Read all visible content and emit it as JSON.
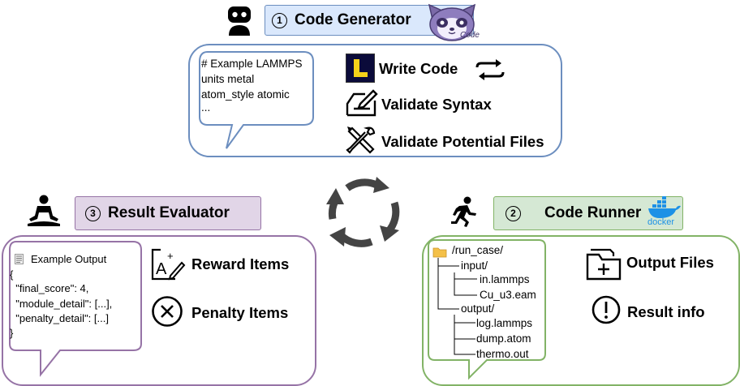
{
  "generator": {
    "step": "1",
    "title": "Code Generator",
    "mascot_tag": "Code",
    "code_lines": [
      "# Example LAMMPS",
      "units metal",
      "atom_style atomic",
      "..."
    ],
    "items": [
      "Write Code",
      "Validate Syntax",
      "Validate Potential Files"
    ],
    "icons": [
      "lammps-logo-icon",
      "refresh-arrows-icon",
      "edit-document-icon",
      "tools-icon"
    ]
  },
  "runner": {
    "step": "2",
    "title": "Code Runner",
    "badge": "docker",
    "tree": {
      "root": "/run_case/",
      "input": "input/",
      "input_files": [
        "in.lammps",
        "Cu_u3.eam"
      ],
      "output": "output/",
      "output_files": [
        "log.lammps",
        "dump.atom",
        "thermo.out"
      ]
    },
    "items": [
      "Output Files",
      "Result info"
    ],
    "icons": [
      "runner-icon",
      "docker-icon",
      "folder-icon",
      "new-folder-icon",
      "exclamation-icon"
    ]
  },
  "evaluator": {
    "step": "3",
    "title": "Result Evaluator",
    "output_title": "Example Output",
    "output_lines": [
      "{",
      "  \"final_score\": 4,",
      "  \"module_detail\": [...],",
      "  \"penalty_detail\": [...]",
      "}"
    ],
    "items": [
      "Reward Items",
      "Penalty Items"
    ],
    "icons": [
      "meditation-icon",
      "reward-text-icon",
      "cross-circle-icon"
    ]
  },
  "colors": {
    "blue_border": "#6c8ebf",
    "blue_fill": "#dae8fc",
    "green_border": "#82b366",
    "green_fill": "#d5e8d4",
    "purple_border": "#9673a6",
    "purple_fill": "#e1d5e7",
    "cycle_arrows": "#444444"
  }
}
